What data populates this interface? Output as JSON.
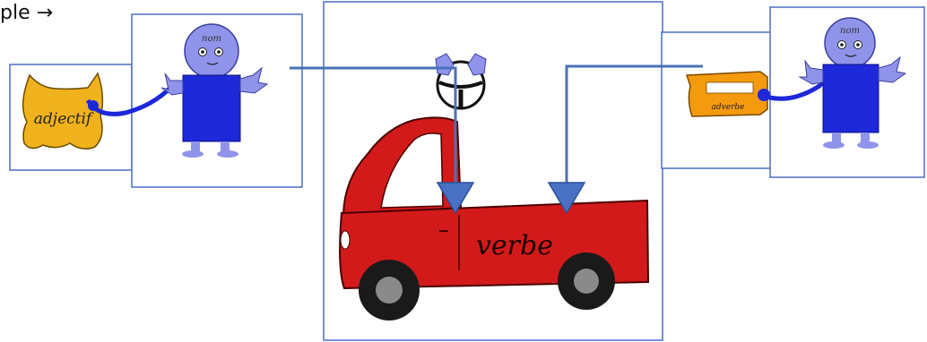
{
  "header": {
    "text": "ple →"
  },
  "cards": {
    "adjective_label": "adjectif",
    "noun_left_label": "nom",
    "adverb_label": "adverbe",
    "noun_right_label": "nom",
    "verb_label": "verbe"
  },
  "colors": {
    "frame_blue": "#4a6fc4",
    "connector_blue": "#4872b8",
    "body_blue": "#1d28d8",
    "head_lavender": "#8f94ea",
    "adjective_gold": "#f0b21c",
    "adverb_orange": "#f39a0f",
    "truck_red": "#d31a1a"
  }
}
